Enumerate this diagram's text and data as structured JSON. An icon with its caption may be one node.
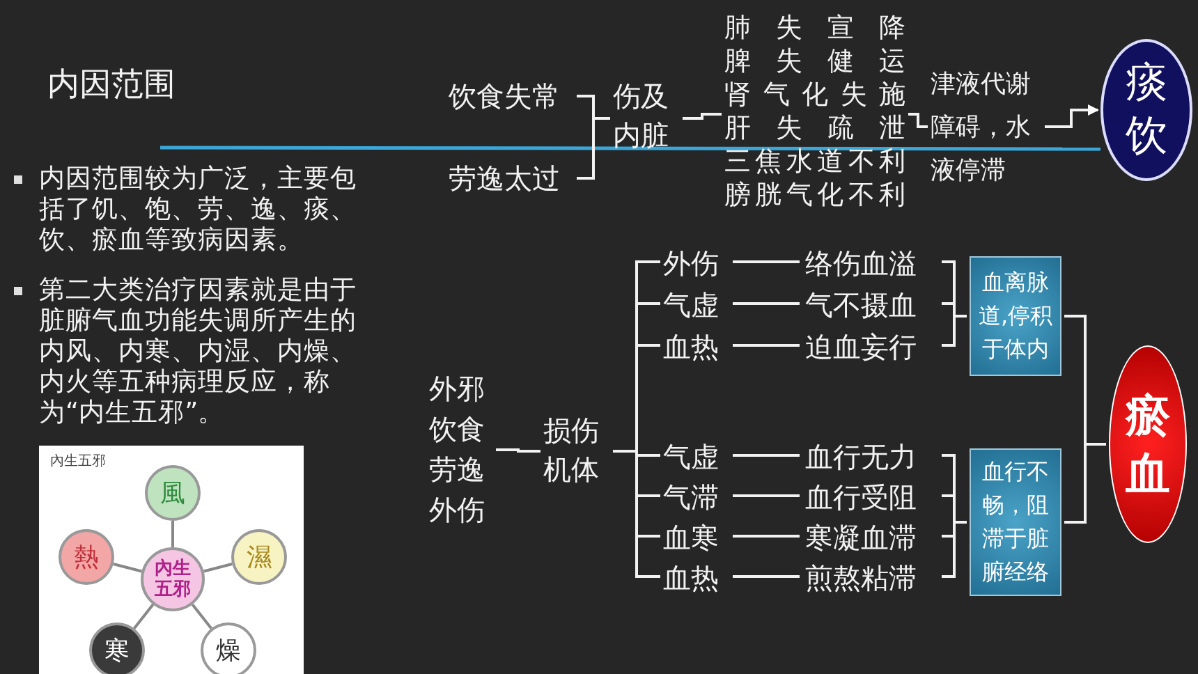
{
  "diagram": {
    "title": "内因范围",
    "nodes": [
      {
        "text": [
          "饮食失常"
        ]
      },
      {
        "text": [
          "劳逸太过"
        ]
      },
      {
        "text": [
          "伤及内脏"
        ]
      },
      {
        "text": [
          "肺失宣降",
          "脾失健运",
          "肾气化失施",
          "肝失疏泄",
          "三焦水道不利",
          "膀胱气化不利"
        ]
      },
      {
        "text": [
          "津液代谢障碍，水液停滞"
        ]
      },
      {
        "text": [
          "痰饮"
        ]
      },
      {
        "text": [
          "外邪",
          "饮食",
          "劳逸",
          "外伤"
        ]
      },
      {
        "text": [
          "损伤机体"
        ]
      },
      {
        "text": [
          "外伤"
        ]
      },
      {
        "text": [
          "络伤血溢"
        ]
      },
      {
        "text": [
          "气虚"
        ]
      },
      {
        "text": [
          "气不摄血"
        ]
      },
      {
        "text": [
          "血热"
        ]
      },
      {
        "text": [
          "迫血妄行"
        ]
      },
      {
        "text": [
          "气虚"
        ]
      },
      {
        "text": [
          "血行无力"
        ]
      },
      {
        "text": [
          "气滞"
        ]
      },
      {
        "text": [
          "血行受阻"
        ]
      },
      {
        "text": [
          "血寒"
        ]
      },
      {
        "text": [
          "寒凝血滞"
        ]
      },
      {
        "text": [
          "血热"
        ]
      },
      {
        "text": [
          "煎熬粘滞"
        ]
      },
      {
        "text": [
          "血离脉道,停积于体内"
        ]
      },
      {
        "text": [
          "血行不畅，阻滞于脏腑经络"
        ]
      },
      {
        "text": [
          "瘀血"
        ]
      },
      {
        "text": [
          "內生五邪"
        ]
      },
      {
        "text": [
          "內生五邪"
        ],
        "in": 25
      },
      {
        "text": [
          "風"
        ],
        "in": 25
      },
      {
        "text": [
          "濕"
        ],
        "in": 25
      },
      {
        "text": [
          "燥"
        ],
        "in": 25
      },
      {
        "text": [
          "寒"
        ],
        "in": 25
      },
      {
        "text": [
          "熱"
        ],
        "in": 25
      }
    ],
    "edges": [
      {
        "from": 0,
        "to": 2,
        "arrow": "none"
      },
      {
        "from": 1,
        "to": 2,
        "arrow": "none"
      },
      {
        "from": 2,
        "to": 3,
        "arrow": "none"
      },
      {
        "from": 3,
        "to": 4,
        "arrow": "none"
      },
      {
        "from": 4,
        "to": 5,
        "arrow": "to"
      },
      {
        "from": 6,
        "to": 7,
        "arrow": "none"
      },
      {
        "from": 7,
        "to": 8,
        "arrow": "none"
      },
      {
        "from": 7,
        "to": 10,
        "arrow": "none"
      },
      {
        "from": 7,
        "to": 12,
        "arrow": "none"
      },
      {
        "from": 7,
        "to": 14,
        "arrow": "none"
      },
      {
        "from": 7,
        "to": 16,
        "arrow": "none"
      },
      {
        "from": 7,
        "to": 18,
        "arrow": "none"
      },
      {
        "from": 7,
        "to": 20,
        "arrow": "none"
      },
      {
        "from": 8,
        "to": 9,
        "arrow": "none"
      },
      {
        "from": 10,
        "to": 11,
        "arrow": "none"
      },
      {
        "from": 12,
        "to": 13,
        "arrow": "none"
      },
      {
        "from": 14,
        "to": 15,
        "arrow": "none"
      },
      {
        "from": 16,
        "to": 17,
        "arrow": "none"
      },
      {
        "from": 18,
        "to": 19,
        "arrow": "none"
      },
      {
        "from": 20,
        "to": 21,
        "arrow": "none"
      },
      {
        "from": 9,
        "to": 22,
        "arrow": "none"
      },
      {
        "from": 11,
        "to": 22,
        "arrow": "none"
      },
      {
        "from": 13,
        "to": 22,
        "arrow": "none"
      },
      {
        "from": 15,
        "to": 23,
        "arrow": "none"
      },
      {
        "from": 17,
        "to": 23,
        "arrow": "none"
      },
      {
        "from": 19,
        "to": 23,
        "arrow": "none"
      },
      {
        "from": 21,
        "to": 23,
        "arrow": "none"
      },
      {
        "from": 22,
        "to": 24,
        "arrow": "none"
      },
      {
        "from": 23,
        "to": 24,
        "arrow": "none"
      },
      {
        "from": 26,
        "to": 27,
        "arrow": "none",
        "color": "#888888"
      },
      {
        "from": 26,
        "to": 28,
        "arrow": "none",
        "color": "#888888"
      },
      {
        "from": 26,
        "to": 29,
        "arrow": "none",
        "color": "#888888"
      },
      {
        "from": 26,
        "to": 30,
        "arrow": "none",
        "color": "#888888"
      },
      {
        "from": 26,
        "to": 31,
        "arrow": "none",
        "color": "#888888"
      }
    ],
    "labels": [
      "内因范围较为广泛，主要包括了饥、饱、劳、逸、痰、饮、瘀血等致病因素。",
      "第二大类治疗因素就是由于脏腑气血功能失调所产生的内风、内寒、内湿、内燥、内火等五种病理反应，称为“内生五邪”。"
    ]
  }
}
